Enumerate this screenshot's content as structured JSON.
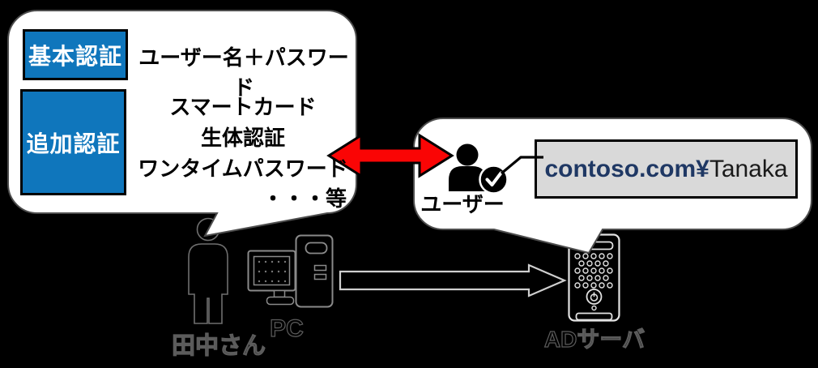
{
  "colors": {
    "background": "#000000",
    "bubble_fill": "#ffffff",
    "bubble_edge": "#4d4d4d",
    "blue_box_fill": "#0F76BC",
    "red_arrow": "#FA0505",
    "gray_box_fill": "#D9D9D9",
    "domain_text": "#1F3864"
  },
  "left_bubble": {
    "basic_auth_label": "基本認証",
    "basic_auth_value": "ユーザー名＋パスワード",
    "additional_auth_label": "追加認証",
    "additional_auth_items": [
      "スマートカード",
      "生体認証",
      "ワンタイムパスワード"
    ],
    "etc_label": "・・・等"
  },
  "right_bubble": {
    "user_label": "ユーザー",
    "account": {
      "domain": "contoso.com¥",
      "username": "Tanaka"
    }
  },
  "bottom": {
    "person_label": "田中さん",
    "pc_label": "PC",
    "server_label": "ADサーバ"
  }
}
